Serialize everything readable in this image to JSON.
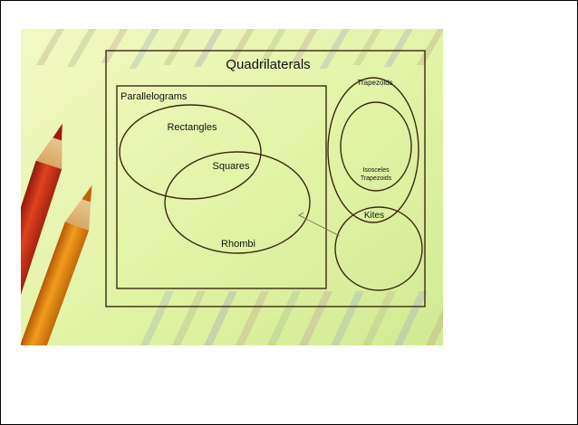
{
  "diagram": {
    "title": "Quadrilaterals",
    "sets": {
      "parallelograms": "Parallelograms",
      "rectangles": "Rectangles",
      "squares": "Squares",
      "rhombi": "Rhombi",
      "trapezoids": "Trapezoids",
      "isosceles_trapezoids_line1": "Isosceles",
      "isosceles_trapezoids_line2": "Trapezoids",
      "kites": "Kites"
    }
  },
  "colors": {
    "line": "#3b2a12",
    "background_light": "#eef7b8",
    "background_mid": "#d6ee9a"
  }
}
